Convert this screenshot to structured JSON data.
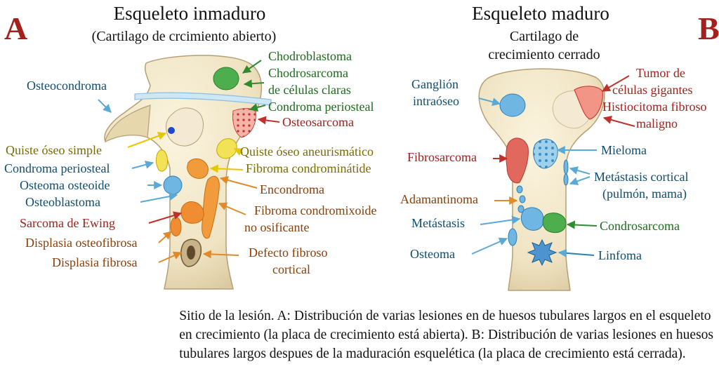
{
  "panel_a": {
    "letter": "A",
    "title": "Esqueleto inmaduro",
    "subtitle": "(Cartilago de crcimiento abierto)",
    "labels": {
      "osteocondroma": "Osteocondroma",
      "chondroblastoma": "Chodroblastoma",
      "chondrosarcoma_line1": "Chodrosarcoma",
      "chondrosarcoma_line2": "de células claras",
      "condroma_periosteal_right": "Condroma periosteal",
      "osteosarcoma": "Osteosarcoma",
      "quiste_oseo_simple": "Quiste óseo simple",
      "quiste_oseo_aneurismatico": "Quiste óseo aneurismático",
      "condroma_periosteal_left": "Condroma periosteal",
      "fibroma_condromixoide_ti": "Fibroma condrominátide",
      "osteoma_osteoide": "Osteoma osteoide",
      "encondroma": "Encondroma",
      "osteoblastoma": "Osteoblastoma",
      "fibroma_line1": "Fibroma condromixoide",
      "fibroma_line2": "no osificante",
      "sarcoma_ewing": "Sarcoma de Ewing",
      "displasia_osteofibrosa": "Displasia osteofibrosa",
      "displasia_fibrosa": "Displasia fibrosa",
      "defecto_line1": "Defecto fibroso",
      "defecto_line2": "cortical"
    }
  },
  "panel_b": {
    "letter": "B",
    "title": "Esqueleto maduro",
    "subtitle_line1": "Cartilago de",
    "subtitle_line2": "crecimiento cerrado",
    "labels": {
      "ganglion_line1": "Ganglión",
      "ganglion_line2": "intraóseo",
      "tumor_line1": "Tumor de",
      "tumor_line2": "células gigantes",
      "histiocitoma_line1": "Histiocitoma fibroso",
      "histiocitoma_line2": "maligno",
      "fibrosarcoma": "Fibrosarcoma",
      "mieloma": "Mieloma",
      "metastasis_cortical_line1": "Metástasis cortical",
      "metastasis_cortical_line2": "(pulmón, mama)",
      "adamantinoma": "Adamantinoma",
      "metastasis": "Metástasis",
      "condrosarcoma": "Condrosarcoma",
      "osteoma": "Osteoma",
      "linfoma": "Linfoma"
    }
  },
  "caption": "Sitio de la lesión. A: Distribución de varias lesiones en de huesos tubulares largos en el esqueleto en crecimiento (la placa de crecimiento está abierta). B: Distribución de varias lesiones en huesos tubulares largos despues de la maduración esquelética (la placa de crecimiento está cerrada).",
  "caption_lines": [
    "Sitio de la lesión. A: Distribución de varias lesiones en de huesos tubulares largos en el esqueleto",
    "en crecimiento (la placa de crecimiento está abierta). B: Distribución de varias lesiones en huesos",
    "tubulares largos despues de la maduración esquelética (la placa de crecimiento está cerrada)."
  ],
  "colors": {
    "letter_red": "#a3201c",
    "blue_label": "#0f4c6e",
    "green_label": "#1b6b1b",
    "red_label": "#a3201c",
    "orange_label": "#8a3e0a",
    "yellow_label": "#7a6a00",
    "bone": "#efe3c2",
    "bone_edge": "#b59f74"
  }
}
